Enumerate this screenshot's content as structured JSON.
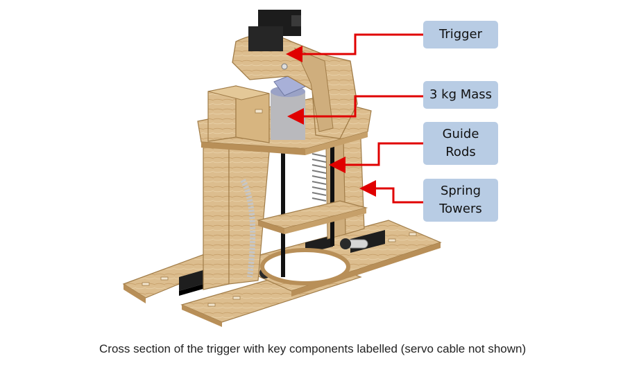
{
  "labels": {
    "trigger": "Trigger",
    "mass": "3 kg Mass",
    "rods": "Guide Rods",
    "towers": "Spring Towers"
  },
  "caption": "Cross section of the trigger with key components labelled (servo cable not shown)",
  "colors": {
    "label_fill": "#b8cce4",
    "arrow": "#e00000",
    "plywood": "#d9b98a",
    "rod": "#111111",
    "servo": "#1a1a1a"
  }
}
